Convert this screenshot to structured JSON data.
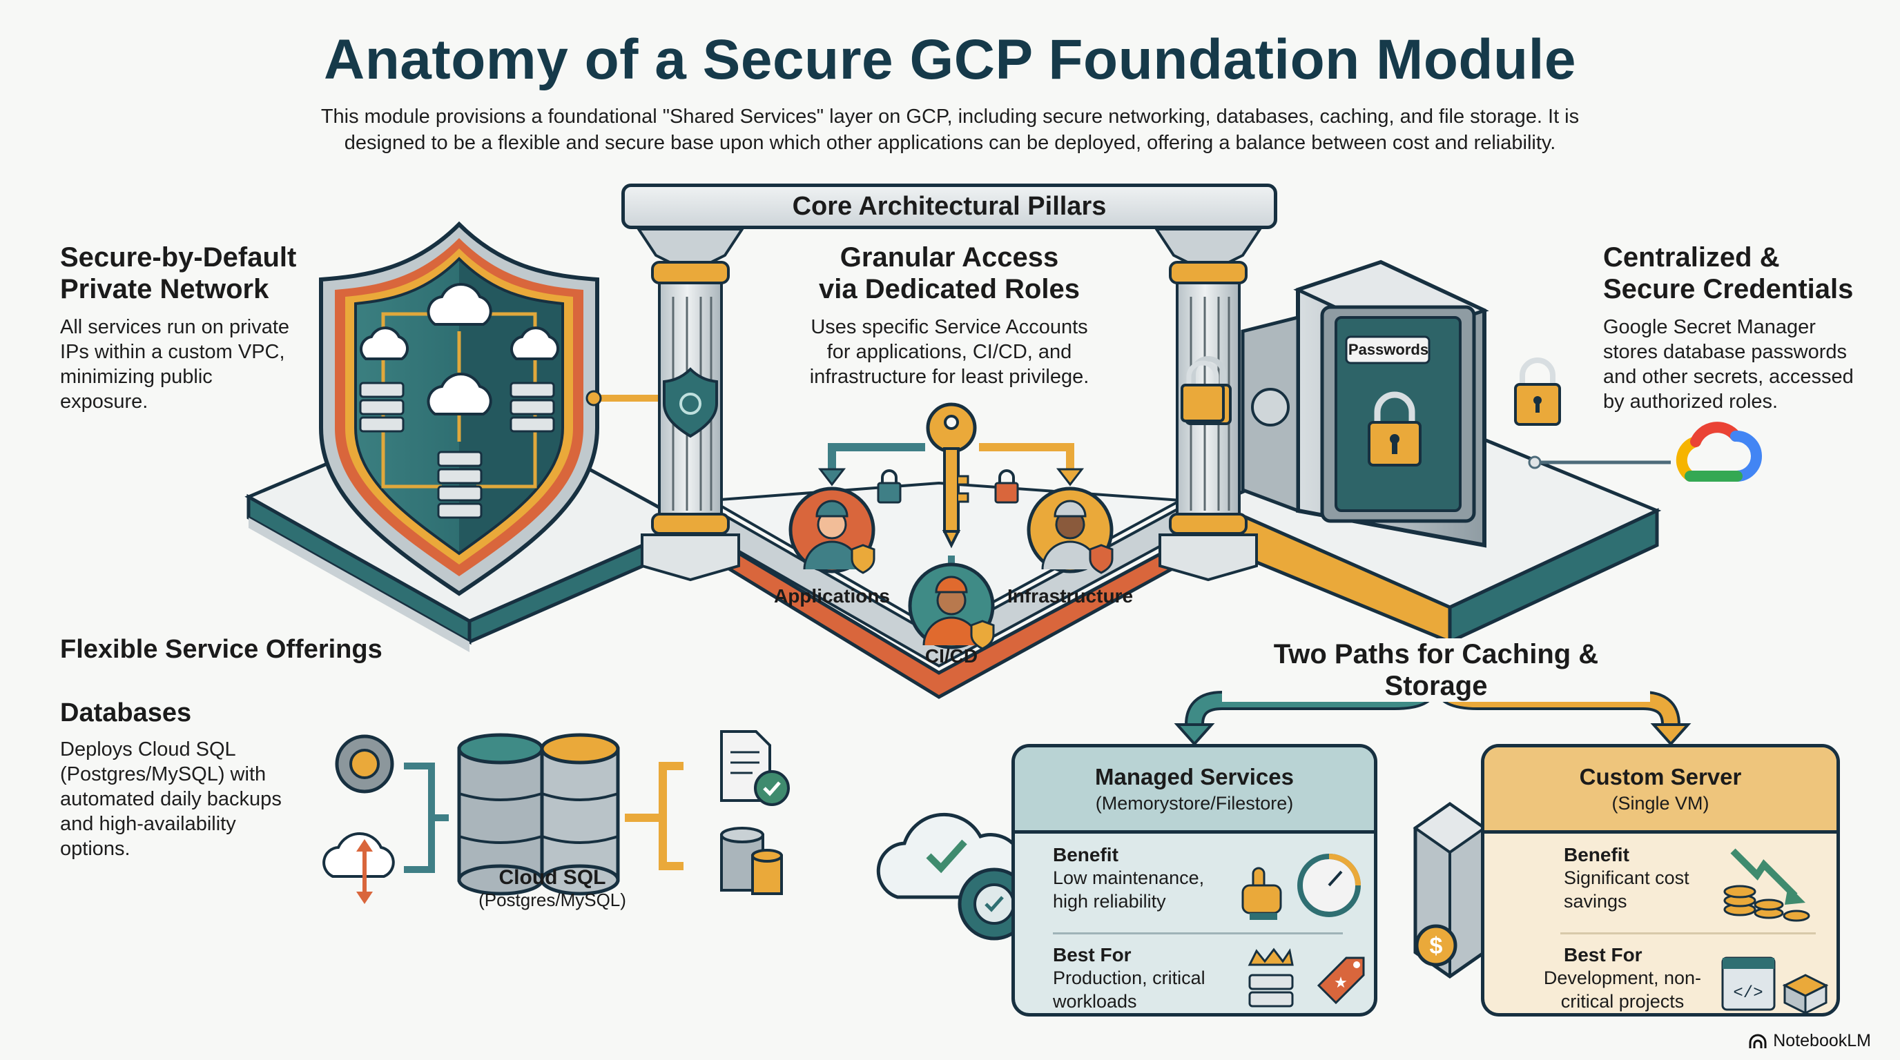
{
  "header": {
    "title": "Anatomy of a Secure GCP Foundation Module",
    "subtitle": "This module provisions a foundational \"Shared Services\" layer on GCP, including secure networking, databases, caching, and file storage. It is designed to be a flexible and secure base upon which other applications can be deployed, offering a balance between cost and reliability."
  },
  "pillars": {
    "banner": "Core Architectural Pillars",
    "network": {
      "title_line1": "Secure-by-Default",
      "title_line2": "Private Network",
      "body": "All services run on private IPs within a custom VPC, minimizing public exposure."
    },
    "access": {
      "title_line1": "Granular Access",
      "title_line2": "via Dedicated Roles",
      "body": "Uses specific Service Accounts for applications, CI/CD, and infrastructure for least privilege.",
      "roles": [
        {
          "label": "Applications",
          "color": "#d9663c"
        },
        {
          "label": "CI/CD",
          "color": "#3f8b86"
        },
        {
          "label": "Infrastructure",
          "color": "#eaa93a"
        }
      ]
    },
    "credentials": {
      "title_line1": "Centralized &",
      "title_line2": "Secure Credentials",
      "body": "Google Secret Manager stores database passwords and other secrets, accessed by authorized roles.",
      "vault_label": "Passwords"
    }
  },
  "services": {
    "section_title": "Flexible Service Offerings",
    "databases": {
      "title": "Databases",
      "body": "Deploys Cloud SQL (Postgres/MySQL) with automated daily backups and high-availability options.",
      "diagram_label": "Cloud SQL",
      "diagram_sublabel": "(Postgres/MySQL)"
    }
  },
  "caching": {
    "section_title": "Two Paths for Caching & Storage",
    "managed": {
      "title": "Managed Services",
      "subtitle": "(Memorystore/Filestore)",
      "benefit_label": "Benefit",
      "benefit_text": "Low maintenance, high reliability",
      "bestfor_label": "Best For",
      "bestfor_text": "Production, critical workloads"
    },
    "custom": {
      "title": "Custom Server",
      "subtitle": "(Single VM)",
      "benefit_label": "Benefit",
      "benefit_text": "Significant cost savings",
      "bestfor_label": "Best For",
      "bestfor_text": "Development, non-critical projects"
    }
  },
  "brand": {
    "name": "NotebookLM"
  },
  "colors": {
    "navy": "#163a4a",
    "teal": "#3f8b86",
    "dark_teal": "#2c6469",
    "orange": "#d9663c",
    "amber": "#eaa93a",
    "gray": "#c9d1d5",
    "managed_bg": "#dde9ea",
    "managed_head": "#b9d3d4",
    "custom_bg": "#f8ecd6",
    "custom_head": "#eec57c"
  }
}
